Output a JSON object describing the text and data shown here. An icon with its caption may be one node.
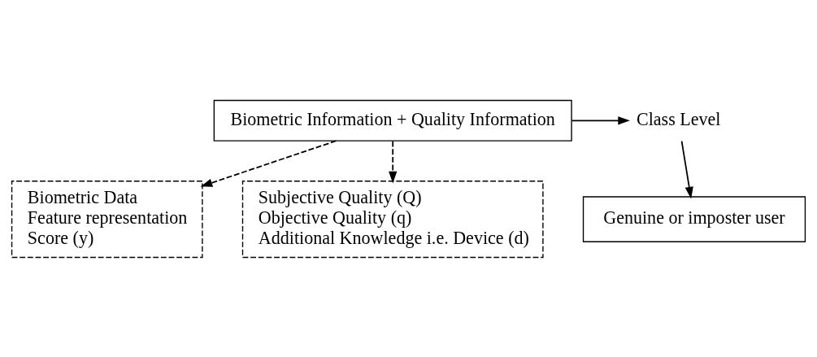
{
  "diagram": {
    "nodes": [
      {
        "text": [
          "Biometric Information + Quality Information"
        ]
      },
      {
        "text": [
          "Class Level"
        ]
      },
      {
        "text": [
          "Genuine or imposter user"
        ]
      },
      {
        "text": [
          "Biometric Data",
          "Feature representation",
          "Score (y)"
        ]
      },
      {
        "text": [
          "Subjective Quality (Q)",
          "Objective Quality (q)",
          "Additional Knowledge i.e. Device (d)"
        ]
      }
    ],
    "edges": [
      {
        "from": 0,
        "to": 1,
        "arrow": "to"
      },
      {
        "from": 1,
        "to": 2,
        "arrow": "to"
      },
      {
        "from": 0,
        "to": 3,
        "arrow": "to",
        "style": "dashed"
      },
      {
        "from": 0,
        "to": 4,
        "arrow": "to",
        "style": "dashed"
      }
    ]
  }
}
